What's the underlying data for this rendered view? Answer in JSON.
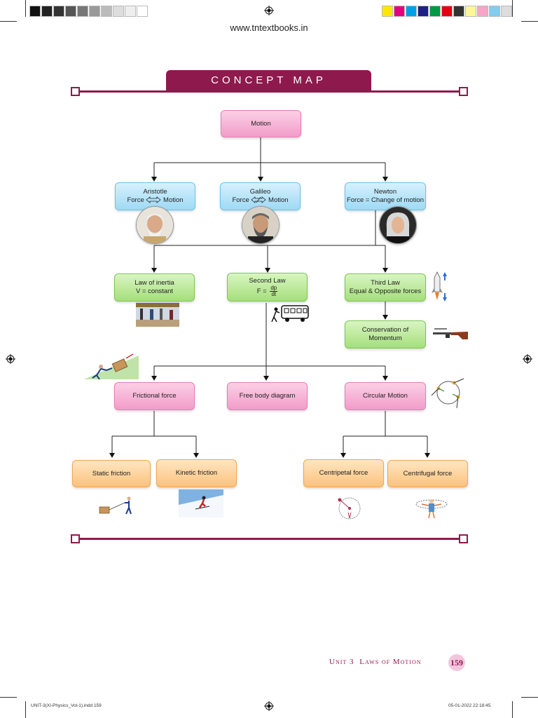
{
  "site_url": "www.tntextbooks.in",
  "title": "CONCEPT MAP",
  "root": "Motion",
  "thinkers": {
    "aristotle": {
      "name": "Aristotle",
      "force": "Force",
      "relation": "Motion"
    },
    "galileo": {
      "name": "Galileo",
      "force": "Force",
      "relation": "Motion"
    },
    "newton": {
      "name": "Newton",
      "line": "Force = Change of motion"
    }
  },
  "laws": {
    "inertia": {
      "line1": "Law of inertia",
      "line2": "V = constant"
    },
    "second": {
      "line1": "Second Law",
      "eq_lhs": "F =",
      "num": "dp",
      "den": "dt"
    },
    "third": {
      "line1": "Third Law",
      "line2": "Equal & Opposite forces"
    },
    "momentum": {
      "line1": "Conservation of",
      "line2": "Momentum"
    }
  },
  "applications": {
    "frictional": "Frictional force",
    "free_body": "Free body diagram",
    "circular": "Circular Motion"
  },
  "leaves": {
    "static": "Static friction",
    "kinetic": "Kinetic friction",
    "centripetal": "Centripetal force",
    "centrifugal": "Centrifugal force"
  },
  "footer": {
    "unit_label": "Unit 3",
    "chapter": "Laws of Motion",
    "page": "159",
    "file": "UNIT-3(XI-Physics_Vol-1).indd   159",
    "timestamp": "05-01-2022   22:18:45"
  },
  "colors": {
    "accent": "#8e1a4d",
    "pink_box": "#f29cc9",
    "blue_box": "#9edaf5",
    "green_box": "#a5df7c",
    "orange_box": "#fcc27c"
  }
}
